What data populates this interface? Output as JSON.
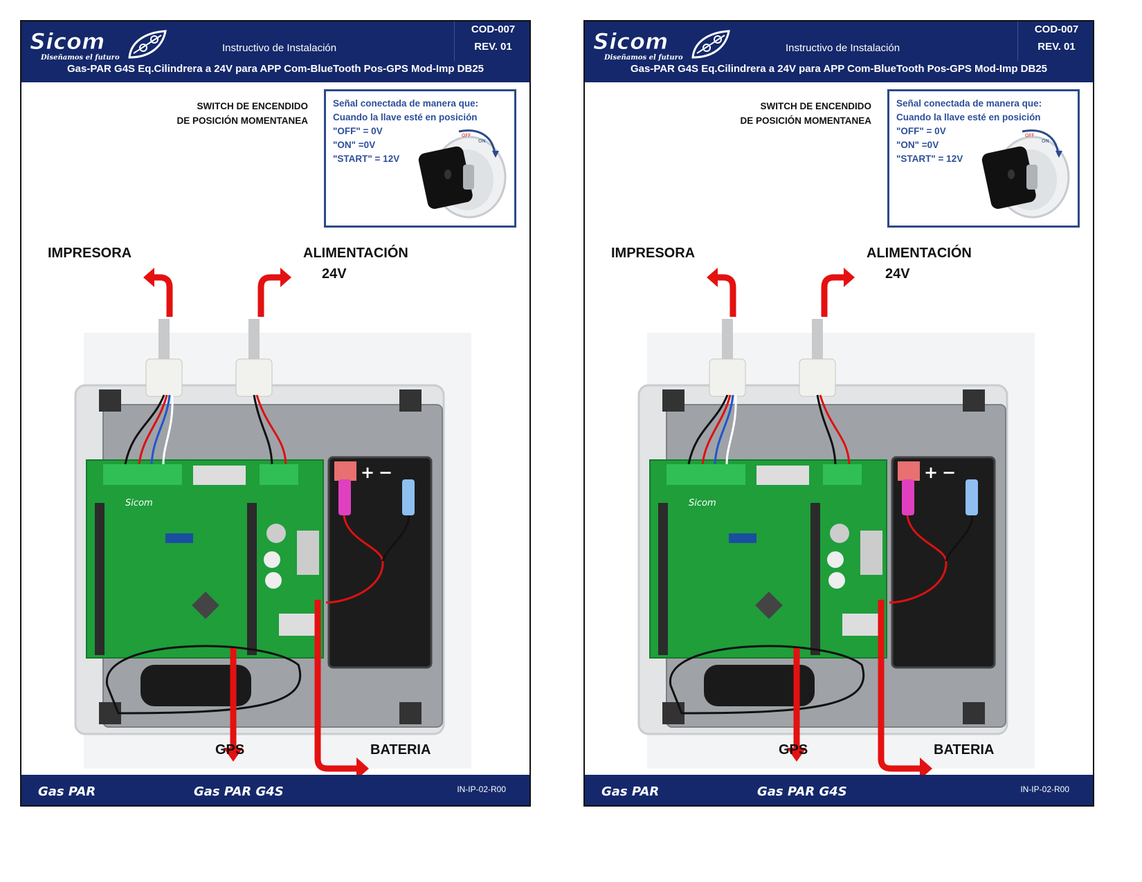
{
  "pages": [
    {
      "header": {
        "logo_text": "Sicom",
        "logo_tagline": "Diseñamos el futuro",
        "doc_title": "Instructivo de Instalación",
        "code": "COD-007",
        "revision": "REV. 01",
        "subtitle": "Gas-PAR G4S Eq.Cilindrera a 24V para APP Com-BlueTooth Pos-GPS Mod-Imp DB25"
      },
      "switch_label": [
        "SWITCH DE ENCENDIDO",
        "DE POSICIÓN MOMENTANEA"
      ],
      "signal_box": [
        "Señal conectada de manera que:",
        "Cuando la llave esté en posición",
        "\"OFF\" = 0V",
        "\"ON\" =0V",
        "\"START\" = 12V"
      ],
      "labels": {
        "printer": "IMPRESORA",
        "power": "ALIMENTACIÓN",
        "power_voltage": "24V",
        "gps": "GPS",
        "battery": "BATERIA"
      },
      "footer": {
        "brand_1": "Gas PAR",
        "brand_2": "Gas PAR G4S",
        "doc_id": "IN-IP-02-R00"
      }
    },
    {
      "header": {
        "logo_text": "Sicom",
        "logo_tagline": "Diseñamos el futuro",
        "doc_title": "Instructivo de Instalación",
        "code": "COD-007",
        "revision": "REV. 01",
        "subtitle": "Gas-PAR G4S Eq.Cilindrera a 24V para APP Com-BlueTooth Pos-GPS Mod-Imp DB25"
      },
      "switch_label": [
        "SWITCH DE ENCENDIDO",
        "DE POSICIÓN MOMENTANEA"
      ],
      "signal_box": [
        "Señal conectada de manera que:",
        "Cuando la llave esté en posición",
        "\"OFF\" = 0V",
        "\"ON\" =0V",
        "\"START\" = 12V"
      ],
      "labels": {
        "printer": "IMPRESORA",
        "power": "ALIMENTACIÓN",
        "power_voltage": "24V",
        "gps": "GPS",
        "battery": "BATERIA"
      },
      "footer": {
        "brand_1": "Gas PAR",
        "brand_2": "Gas PAR G4S",
        "doc_id": "IN-IP-02-R00"
      }
    }
  ],
  "colors": {
    "header_bg": "#14286b",
    "signal_text": "#2c4f9a",
    "arrow_red": "#e41111",
    "pcb_green": "#1f9e3a"
  }
}
